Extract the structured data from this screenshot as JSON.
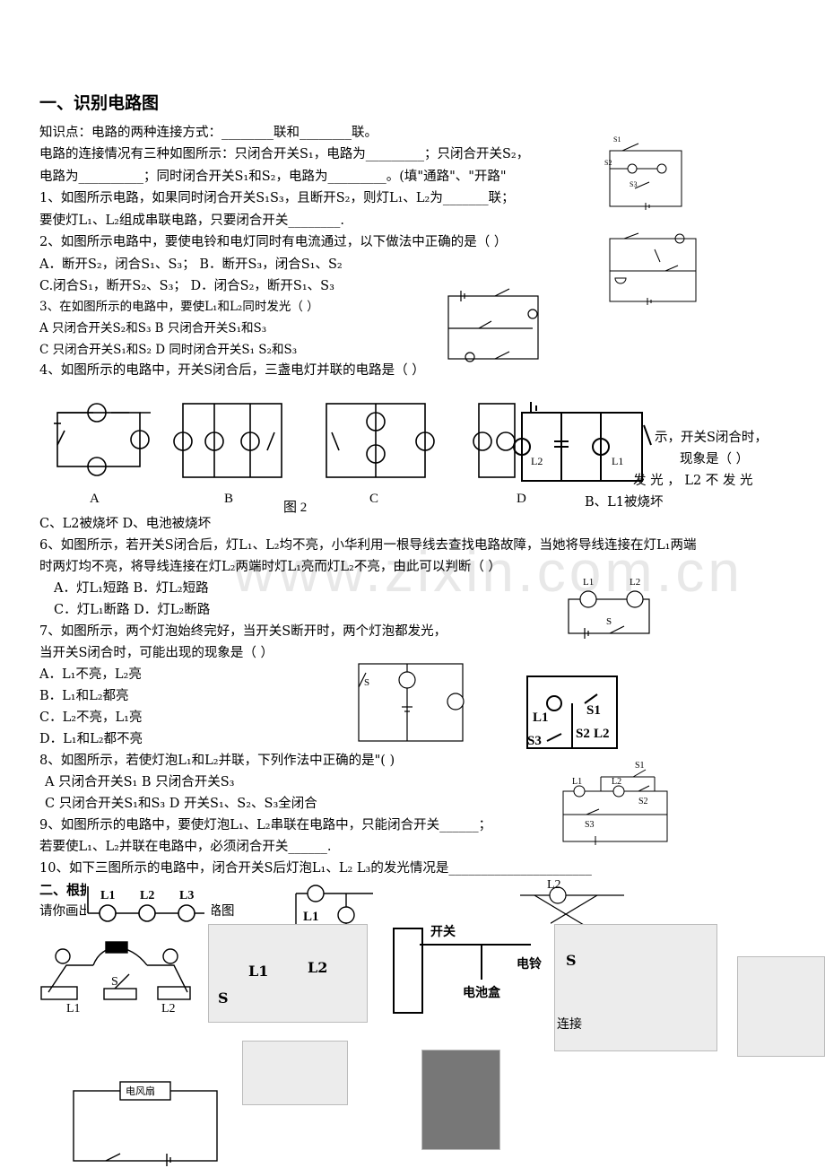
{
  "heading": "一、识别电路图",
  "section2_heading": "二、根据实物图画电路图",
  "watermark": "www.zixin.com.cn",
  "lines": {
    "l1": "知识点：电路的两种连接方式：________联和________联。",
    "l2": "电路的连接情况有三种如图所示：只闭合开关S₁，电路为_________；只闭合开关S₂，",
    "l3": "电路为__________；同时闭合开关S₁和S₂，电路为_________。(填\"通路\"、\"开路\"",
    "l4": "1、如图所示电路，如果同时闭合开关S₁S₃，且断开S₂，则灯L₁、L₂为_______联；",
    "l5": "要使灯L₁、L₂组成串联电路，只要闭合开关________.",
    "l6": "2、如图所示电路中，要使电铃和电灯同时有电流通过，以下做法中正确的是（        ）",
    "l7": "A．断开S₂，闭合S₁、S₃；      B．断开S₃，闭合S₁、S₂",
    "l8": "C.闭合S₁，断开S₂、S₃；        D．闭合S₂，断开S₁、S₃",
    "l9": "3、在如图所示的电路中，要使L₁和L₂同时发光（                    ）",
    "l10": "A 只闭合开关S₂和S₃      B 只闭合开关S₁和S₃",
    "l11": "C 只闭合开关S₁和S₂      D 同时闭合开关S₁ S₂和S₃",
    "l12": "4、如图所示的电路中，开关S闭合后，三盏电灯并联的电路是（               ）",
    "l13": "C、L2被烧坏                     D、电池被烧坏",
    "l14": "6、如图所示，若开关S闭合后，灯L₁、L₂均不亮，小华利用一根导线去查找电路故障，当她将导线连接在灯L₁两端",
    "l15": "时两灯均不亮，将导线连接在灯L₂两端时灯L₁亮而灯L₂不亮，由此可以判断（          ）",
    "l16": "A．灯L₁短路        B．灯L₂短路",
    "l17": "C．灯L₁断路        D．灯L₂断路",
    "l18": "7、如图所示，两个灯泡始终完好，当开关S断开时，两个灯泡都发光，",
    "l19": "当开关S闭合时，可能出现的现象是（              ）",
    "l20": "A．L₁不亮，L₂亮",
    "l21": "B．L₁和L₂都亮",
    "l22": "C．L₂不亮，L₁亮",
    "l23": "D．L₁和L₂都不亮",
    "l24": "8、如图所示，若使灯泡L₁和L₂并联，下列作法中正确的是\"(          )",
    "l25": "A 只闭合开关S₁               B 只闭合开关S₃",
    "l26": "C 只闭合开关S₁和S₃          D 开关S₁、S₂、S₃全闭合",
    "l27": "9、如图所示的电路中，要使灯泡L₁、L₂串联在电路中，只能闭合开关______；",
    "l28": "若要使L₁、L₂并联在电路中，必须闭合开关______.",
    "l29": "10、如下三图所示的电路中，闭合开关S后灯泡L₁、L₂ L₃的发光情况是______________________",
    "l30": "请你画出下列实物图对应的电路图"
  },
  "q5": {
    "t1": "示，开关S闭合时，",
    "t2": "现象是（          ）",
    "t3": "发  光 ，  L2  不 发 光",
    "t4": "B、L1被烧坏"
  },
  "fig_labels": {
    "a": "A",
    "b": "B",
    "c": "C",
    "d": "D",
    "fig2": "图 2",
    "s": "S",
    "s1": "S1",
    "s2": "S2",
    "s3": "S3",
    "l1": "L1",
    "l2": "L2",
    "l3": "L3",
    "switch": "开关",
    "bell": "电铃",
    "battery_box": "电池盒",
    "fan": "电风扇",
    "connect": "连接"
  }
}
